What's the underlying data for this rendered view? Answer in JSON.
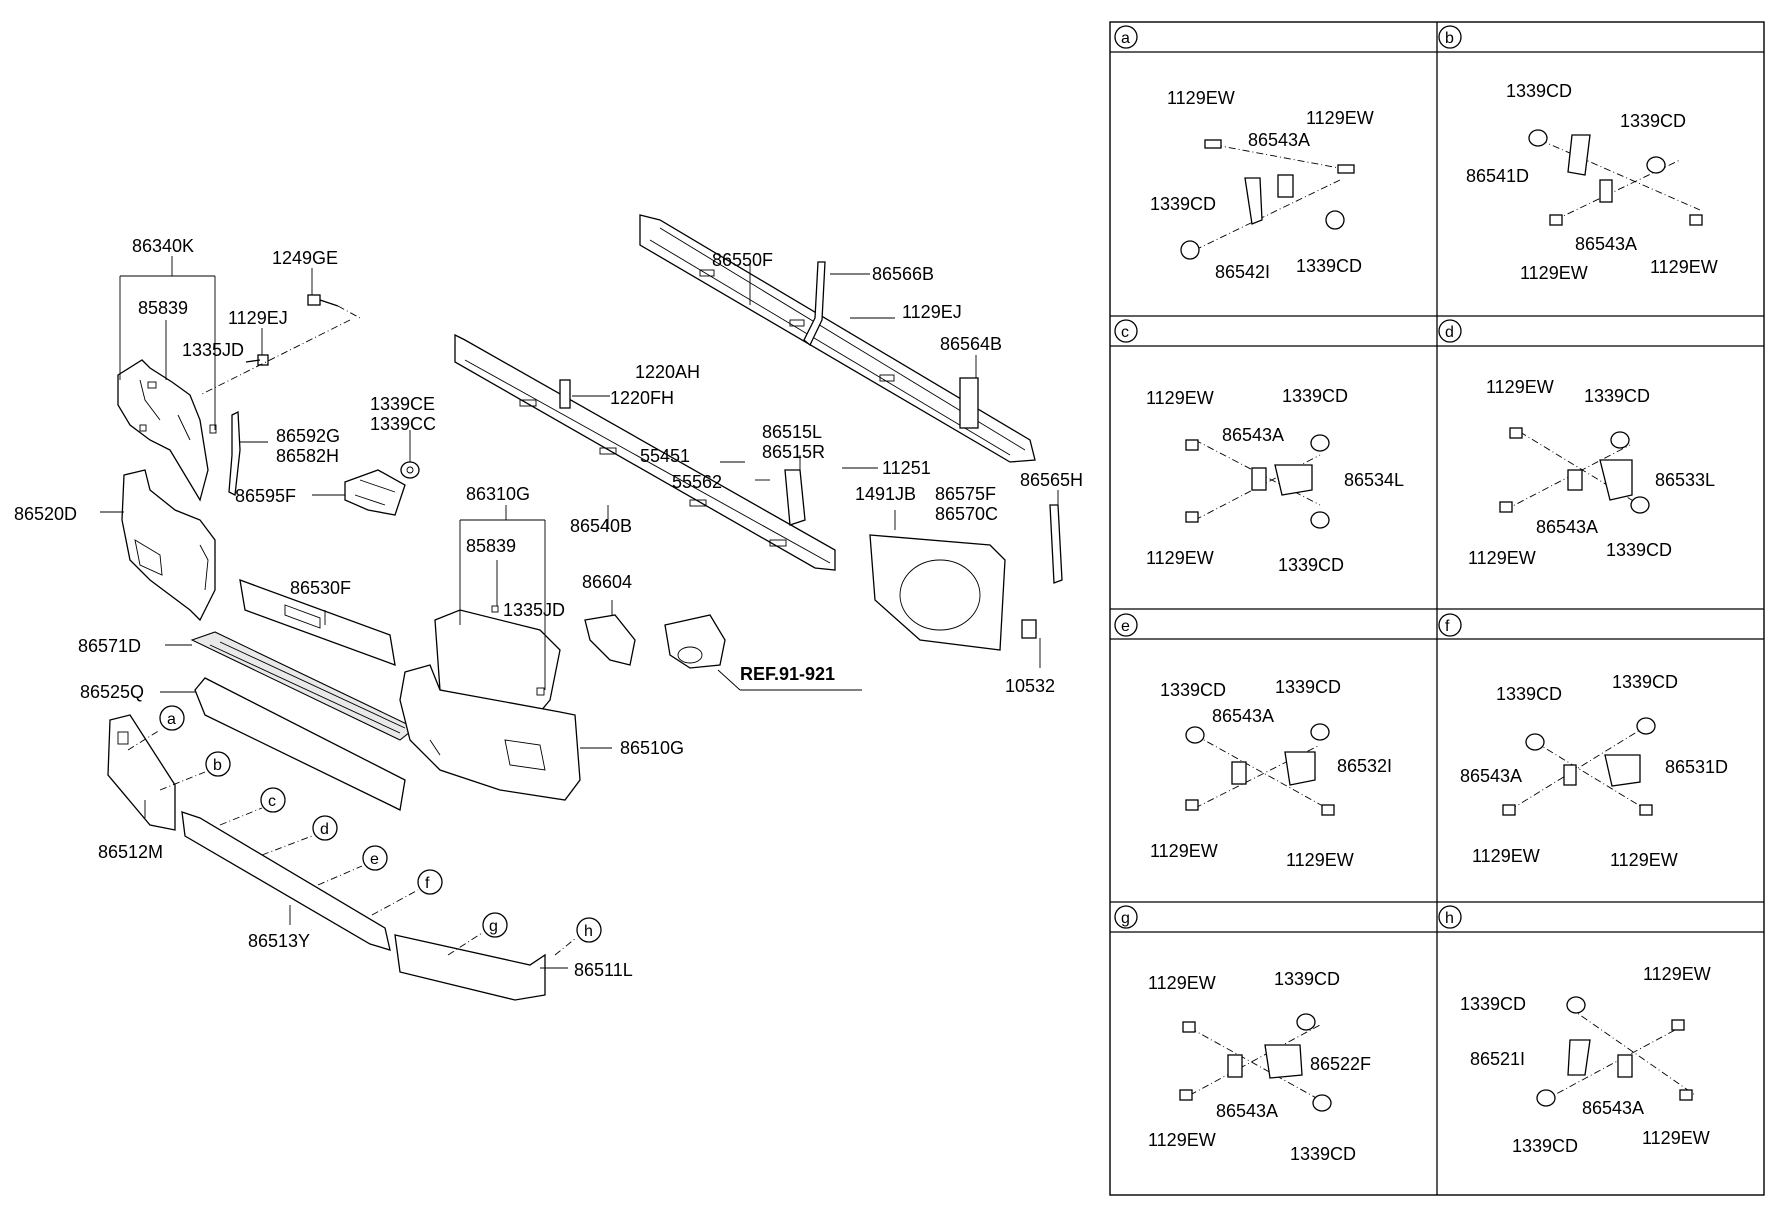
{
  "main_labels": {
    "l86340K": "86340K",
    "l85839a": "85839",
    "l1335JDa": "1335JD",
    "l1249GE": "1249GE",
    "l1129EJa": "1129EJ",
    "l86592G": "86592G",
    "l86582H": "86582H",
    "l86595F": "86595F",
    "l1339CE": "1339CE",
    "l1339CC": "1339CC",
    "l86520D": "86520D",
    "l86530F": "86530F",
    "l86571D": "86571D",
    "l86525Q": "86525Q",
    "l86512M": "86512M",
    "l86513Y": "86513Y",
    "l86511L": "86511L",
    "l86310G": "86310G",
    "l85839b": "85839",
    "l1335JDb": "1335JD",
    "l86604": "86604",
    "l86510G": "86510G",
    "ref": "REF.91-921",
    "l86550F": "86550F",
    "l86566B": "86566B",
    "l1129EJb": "1129EJ",
    "l86564B": "86564B",
    "l1220AH": "1220AH",
    "l1220FH": "1220FH",
    "l55451": "55451",
    "l55562": "55562",
    "l86515L": "86515L",
    "l86515R": "86515R",
    "l11251": "11251",
    "l86540B": "86540B",
    "l1491JB": "1491JB",
    "l86575F": "86575F",
    "l86570C": "86570C",
    "l86565H": "86565H",
    "l10532": "10532"
  },
  "callouts": [
    "a",
    "b",
    "c",
    "d",
    "e",
    "f",
    "g",
    "h"
  ],
  "detail_panels": {
    "a": {
      "letter": "a",
      "labels": [
        "1129EW",
        "1129EW",
        "86543A",
        "1339CD",
        "1339CD",
        "86542I"
      ]
    },
    "b": {
      "letter": "b",
      "labels": [
        "1339CD",
        "1339CD",
        "86541D",
        "86543A",
        "1129EW",
        "1129EW"
      ]
    },
    "c": {
      "letter": "c",
      "labels": [
        "1129EW",
        "1339CD",
        "86543A",
        "86534L",
        "1129EW",
        "1339CD"
      ]
    },
    "d": {
      "letter": "d",
      "labels": [
        "1129EW",
        "1339CD",
        "86533L",
        "86543A",
        "1129EW",
        "1339CD"
      ]
    },
    "e": {
      "letter": "e",
      "labels": [
        "1339CD",
        "1339CD",
        "86543A",
        "86532I",
        "1129EW",
        "1129EW"
      ]
    },
    "f": {
      "letter": "f",
      "labels": [
        "1339CD",
        "1339CD",
        "86543A",
        "86531D",
        "1129EW",
        "1129EW"
      ]
    },
    "g": {
      "letter": "g",
      "labels": [
        "1129EW",
        "1339CD",
        "86522F",
        "86543A",
        "1129EW",
        "1339CD"
      ]
    },
    "h": {
      "letter": "h",
      "labels": [
        "1129EW",
        "1339CD",
        "86521I",
        "86543A",
        "1339CD",
        "1129EW"
      ]
    }
  }
}
